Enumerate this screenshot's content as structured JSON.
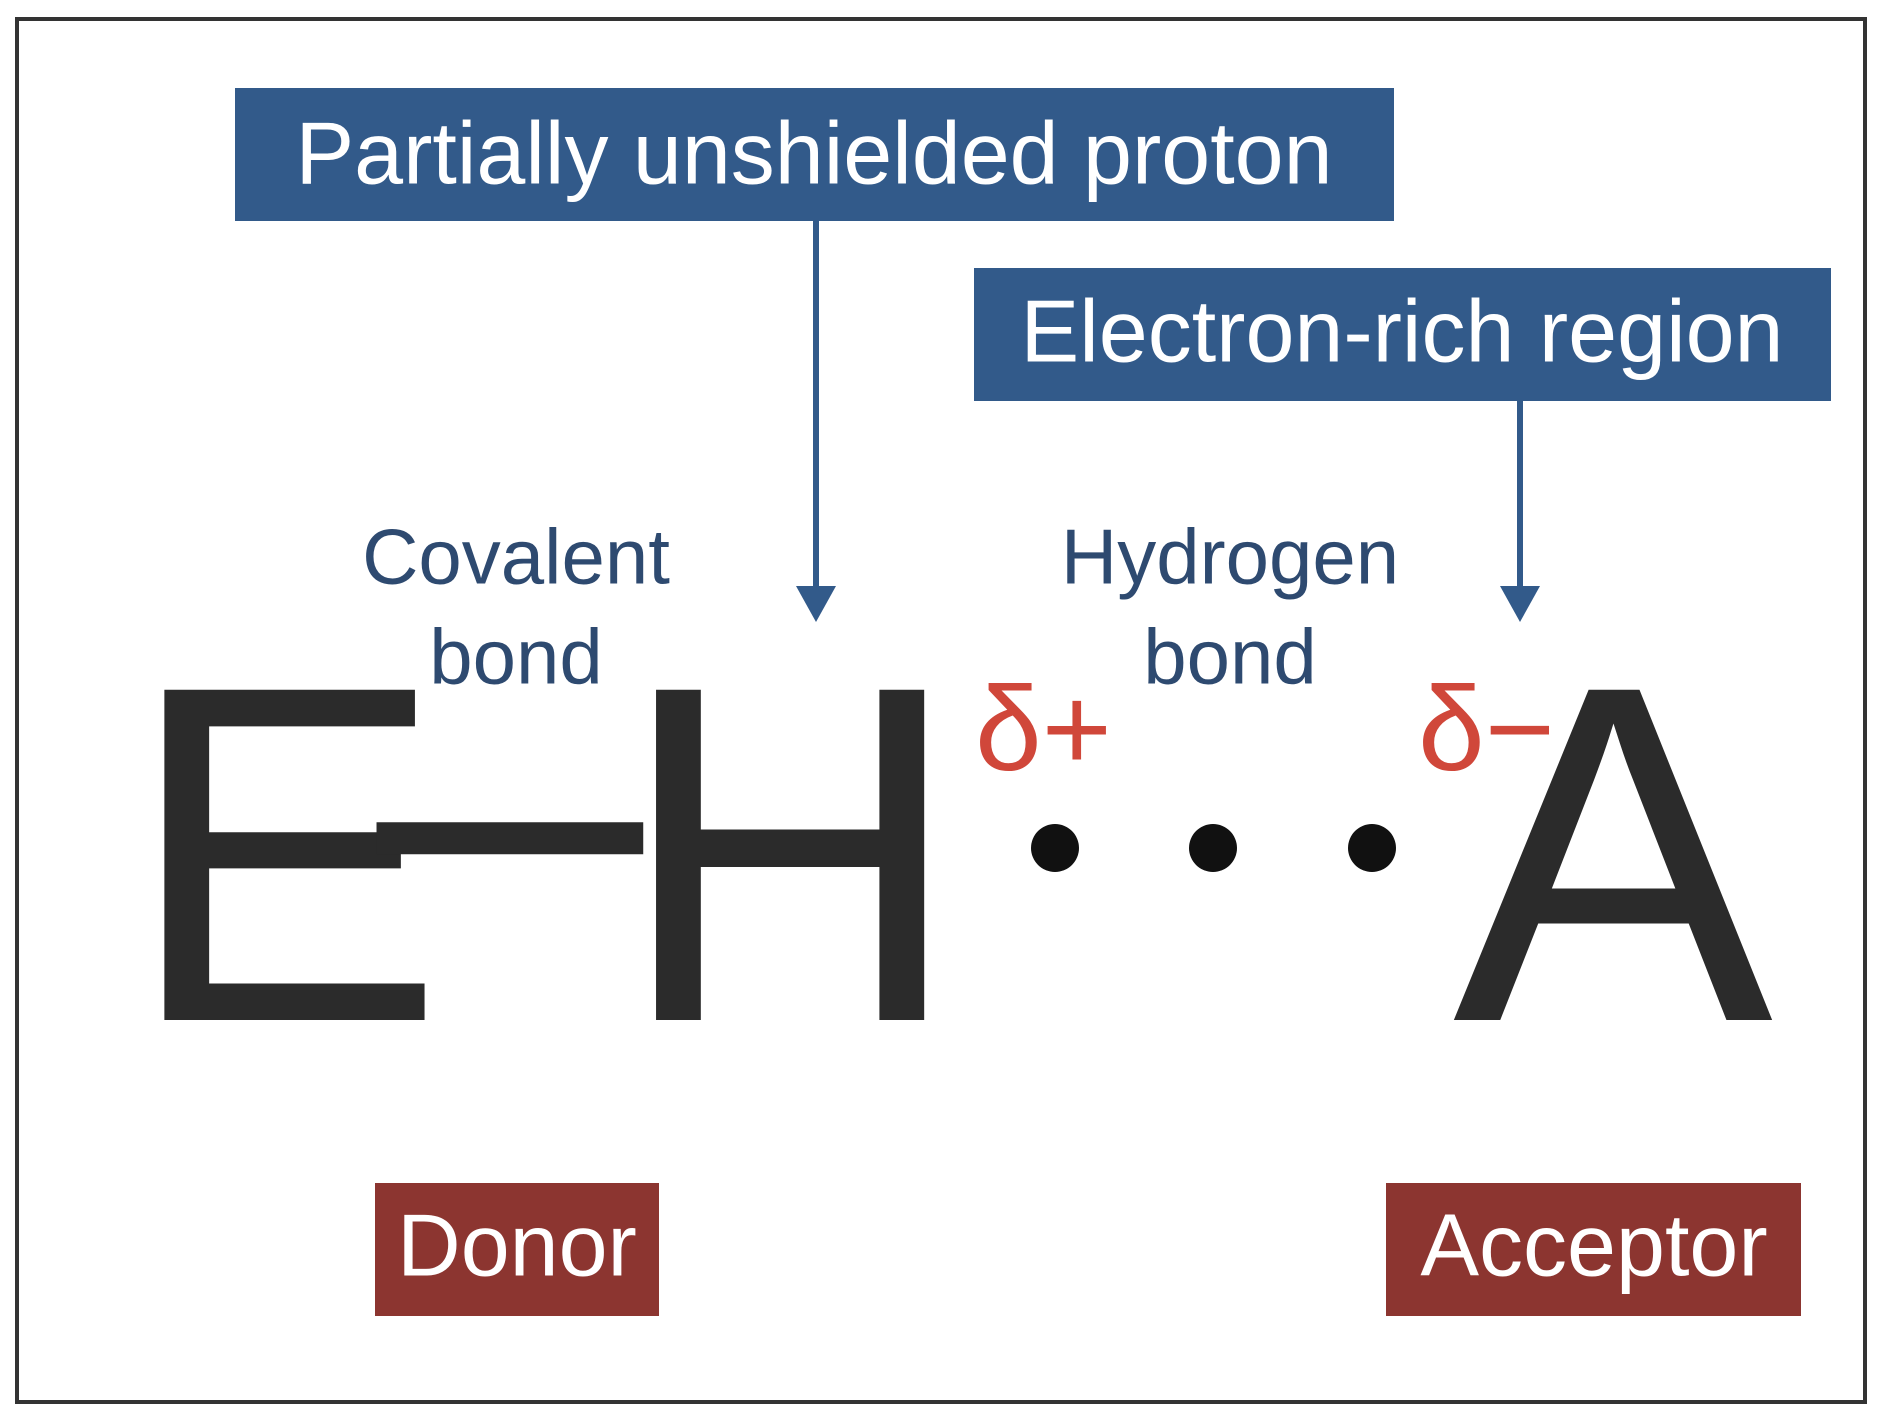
{
  "callouts": {
    "proton": {
      "label": "Partially unshielded proton"
    },
    "electron": {
      "label": "Electron-rich region"
    }
  },
  "bonds": {
    "covalent": {
      "line1": "Covalent",
      "line2": "bond"
    },
    "hydrogen": {
      "line1": "Hydrogen",
      "line2": "bond"
    }
  },
  "atoms": {
    "donor_atom": "E",
    "bond_dash": "–",
    "hydrogen": "H",
    "acceptor": "A"
  },
  "charges": {
    "delta_plus": "δ+",
    "delta_minus": "δ−"
  },
  "roles": {
    "donor": "Donor",
    "acceptor": "Acceptor"
  },
  "colors": {
    "callout_blue": "#325a8a",
    "bond_label_navy": "#2e4a70",
    "charge_red": "#d0473a",
    "role_red": "#8c3530",
    "atom_black": "#2b2b2b",
    "frame": "#333333"
  }
}
